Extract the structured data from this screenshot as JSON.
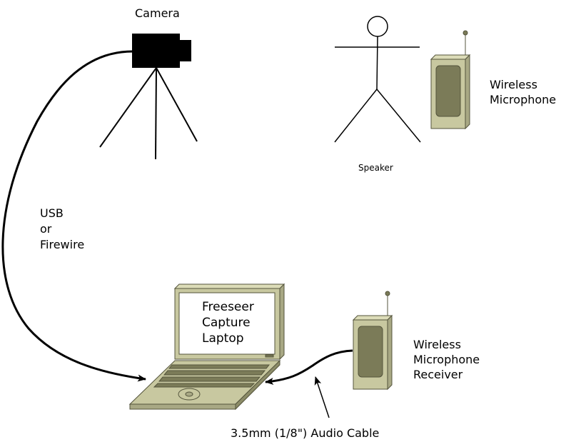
{
  "labels": {
    "camera": "Camera",
    "speaker": "Speaker",
    "wireless_microphone": [
      "Wireless",
      "Microphone"
    ],
    "usb_or_firewire": [
      "USB",
      "or",
      "Firewire"
    ],
    "laptop_screen": [
      "Freeseer",
      "Capture",
      "Laptop"
    ],
    "receiver": [
      "Wireless",
      "Microphone",
      "Receiver"
    ],
    "audio_cable": "3.5mm (1/8\") Audio Cable"
  },
  "colors": {
    "device_fill": "#c8c8a0",
    "device_screen": "#7b7b58",
    "device_edge": "#54543c",
    "camera": "#000000",
    "line": "#000000"
  }
}
